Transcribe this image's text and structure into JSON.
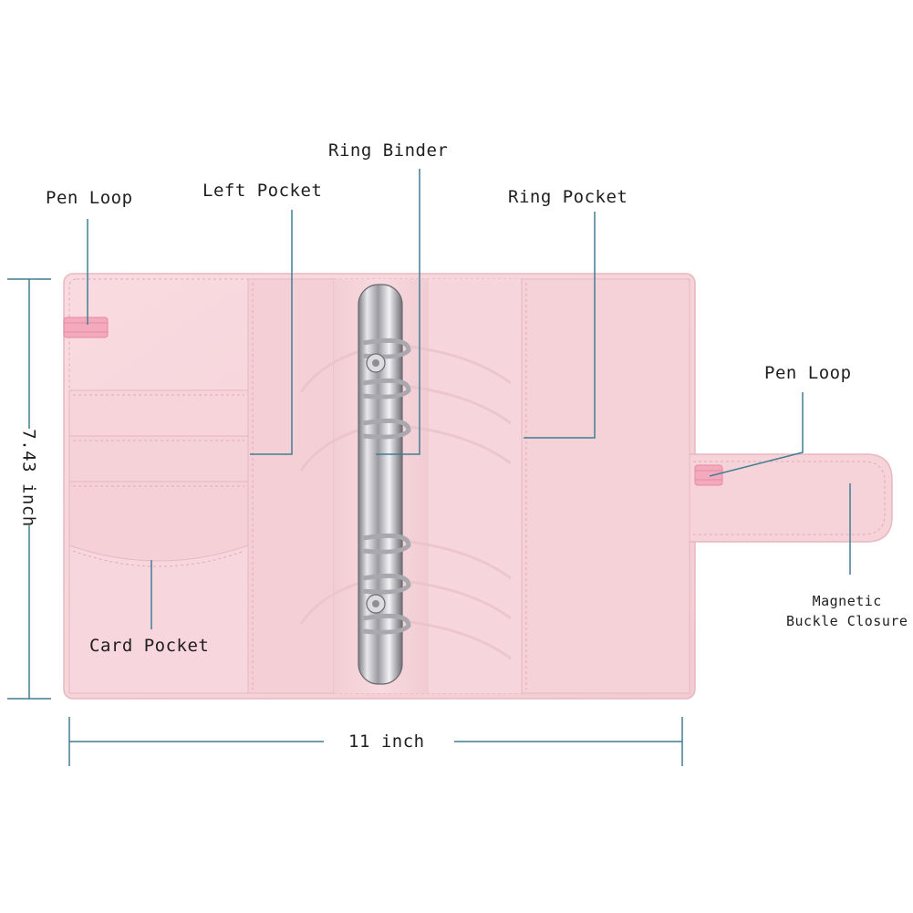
{
  "labels": {
    "pen_loop_left": "Pen Loop",
    "left_pocket": "Left Pocket",
    "ring_binder": "Ring Binder",
    "ring_pocket": "Ring Pocket",
    "pen_loop_right": "Pen Loop",
    "magnetic_line1": "Magnetic",
    "magnetic_line2": "Buckle Closure",
    "card_pocket": "Card Pocket",
    "width_dim": "11 inch",
    "height_dim": "7.43 inch"
  },
  "colors": {
    "leather": "#f7d6dc",
    "leather_shade": "#efc4cc",
    "stitch": "#e3aab5",
    "elastic": "#f4a9bd",
    "metal": "#c8c8cc",
    "metal_dark": "#8e8e94",
    "callout_line": "#3f7f93",
    "text": "#1e1e1e"
  }
}
